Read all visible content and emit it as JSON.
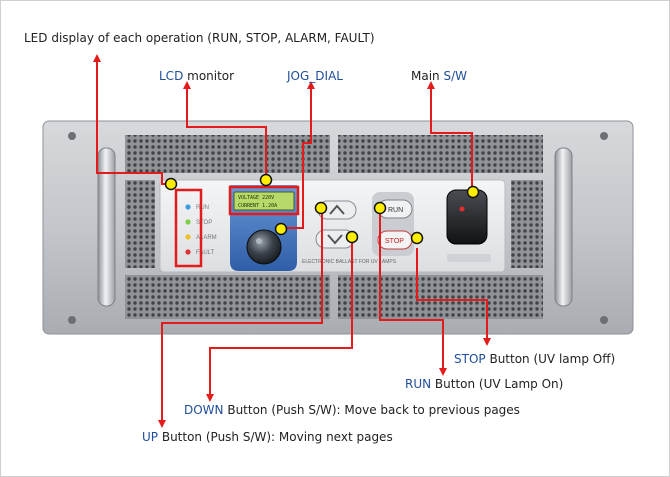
{
  "callouts": {
    "led": {
      "text": "LED display of each operation (RUN, STOP, ALARM, FAULT)"
    },
    "lcd": {
      "key": "LCD",
      "rest": " monitor"
    },
    "jog": {
      "key": "JOG_DIAL"
    },
    "main": {
      "pre": "Main ",
      "key": "S/W"
    },
    "stop": {
      "key": "STOP",
      "rest": " Button (UV lamp Off)"
    },
    "run": {
      "key": "RUN",
      "rest": " Button (UV Lamp On)"
    },
    "down": {
      "key": "DOWN",
      "rest": " Button (Push S/W): Move back to previous pages"
    },
    "up": {
      "key": "UP",
      "rest": " Button (Push S/W): Moving next pages"
    }
  },
  "panel": {
    "led_labels": [
      "RUN",
      "STOP",
      "ALARM",
      "FAULT"
    ],
    "lcd_lines": [
      "VOLTAGE 220V",
      "CURRENT 1.20A"
    ],
    "run_button": "RUN",
    "stop_button": "STOP",
    "caption": "ELECTRONIC BALLAST FOR UV LAMPS"
  },
  "colors": {
    "leader": "#e41b1b",
    "marker": "#ffee00",
    "label_key": "#1f4e9a",
    "led_run": "#3aa0e0",
    "led_stop": "#7ccf46",
    "led_alarm": "#f0c020",
    "led_fault": "#e03030"
  }
}
